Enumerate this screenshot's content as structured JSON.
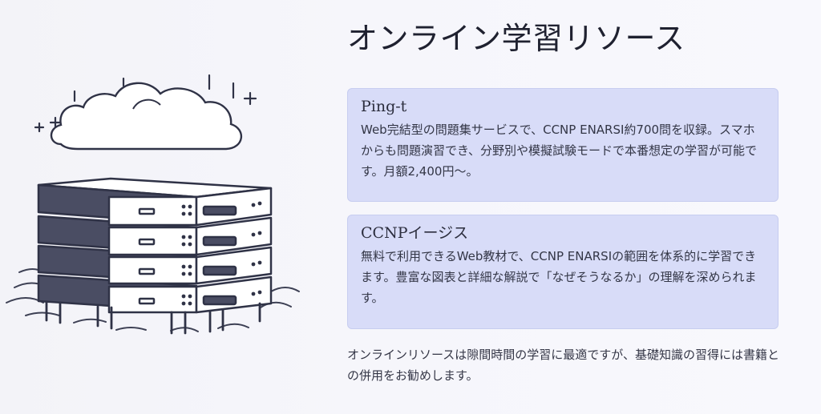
{
  "page": {
    "title": "オンライン学習リソース"
  },
  "cards": [
    {
      "title": "Ping-t",
      "body": "Web完結型の問題集サービスで、CCNP ENARSI約700問を収録。スマホからも問題演習でき、分野別や模擬試験モードで本番想定の学習が可能です。月額2,400円〜。"
    },
    {
      "title": "CCNPイージス",
      "body": "無料で利用できるWeb教材で、CCNP ENARSIの範囲を体系的に学習できます。豊富な図表と詳細な解説で「なぜそうなるか」の理解を深められます。"
    }
  ],
  "footer": {
    "note": "オンラインリソースは隙間時間の学習に最適ですが、基礎知識の習得には書籍との併用をお勧めします。"
  },
  "illustration": {
    "icons": [
      "cloud-icon",
      "server-rack-icon",
      "sparkle-icon"
    ]
  }
}
